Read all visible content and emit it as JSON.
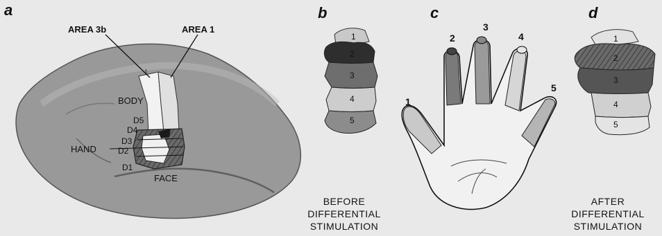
{
  "panels": [
    {
      "id": "a",
      "letter": "a"
    },
    {
      "id": "b",
      "letter": "b"
    },
    {
      "id": "c",
      "letter": "c"
    },
    {
      "id": "d",
      "letter": "d"
    }
  ],
  "brain_labels": {
    "area3b": "AREA 3b",
    "area1": "AREA 1",
    "body": "BODY",
    "d5": "D5",
    "d4": "D4",
    "d3": "D3",
    "d2": "D2",
    "d1": "D1",
    "hand": "HAND",
    "face": "FACE"
  },
  "map_before": [
    "1",
    "2",
    "3",
    "4",
    "5"
  ],
  "map_after": [
    "1",
    "2",
    "3",
    "4",
    "5"
  ],
  "fingers": [
    "1",
    "2",
    "3",
    "4",
    "5"
  ],
  "captions": {
    "before": [
      "BEFORE",
      "DIFFERENTIAL",
      "STIMULATION"
    ],
    "after": [
      "AFTER",
      "DIFFERENTIAL",
      "STIMULATION"
    ]
  },
  "colors": {
    "background": "#e9e9e9",
    "tissue": "#9a9a9a",
    "digit1": "#c9c9c9",
    "digit2": "#2e2e2e",
    "digit3": "#6e6e6e",
    "digit4": "#cdcdcd",
    "digit5": "#8c8c8c"
  }
}
